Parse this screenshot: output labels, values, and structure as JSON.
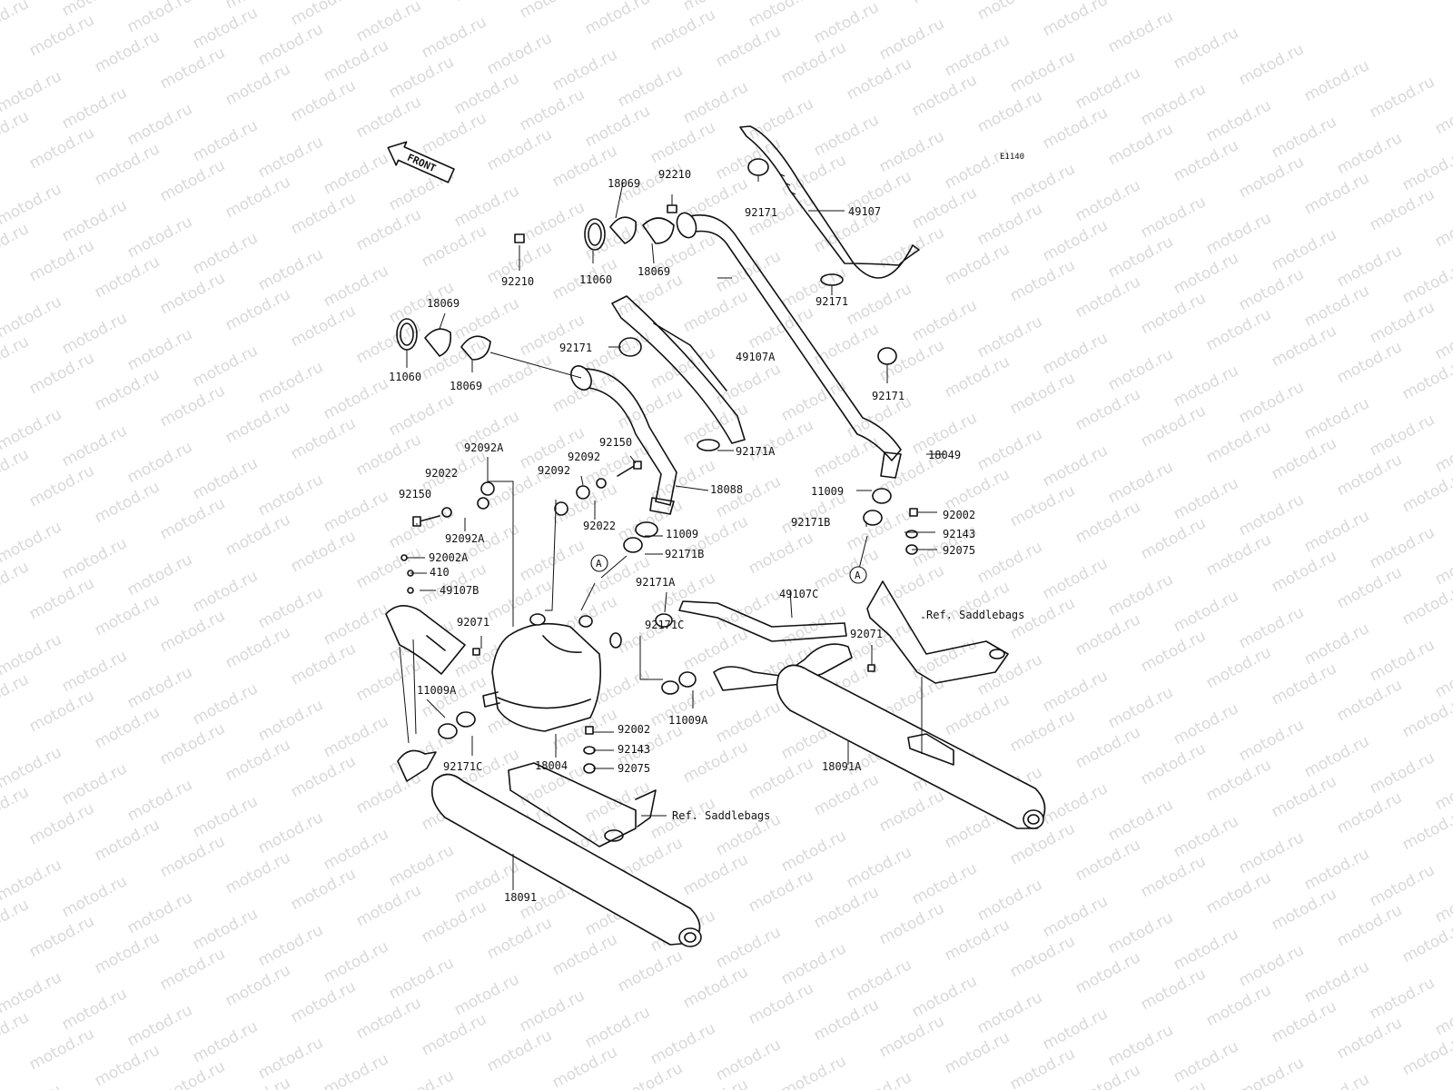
{
  "watermark_text": "motod.ru",
  "diagram_code": "E1140",
  "front_label": "FRONT",
  "reference_marker": "A",
  "labels": [
    {
      "id": "p18069-top-a",
      "text": "18069"
    },
    {
      "id": "p92210-top",
      "text": "92210"
    },
    {
      "id": "p11060-top",
      "text": "11060"
    },
    {
      "id": "p18069-top-b",
      "text": "18069"
    },
    {
      "id": "p92171-top",
      "text": "92171"
    },
    {
      "id": "p49107",
      "text": "49107"
    },
    {
      "id": "p92171-mid",
      "text": "92171"
    },
    {
      "id": "p92171-right",
      "text": "92171"
    },
    {
      "id": "p92210-left",
      "text": "92210"
    },
    {
      "id": "p18069-left-a",
      "text": "18069"
    },
    {
      "id": "p11060-left",
      "text": "11060"
    },
    {
      "id": "p18069-left-b",
      "text": "18069"
    },
    {
      "id": "p92171-left",
      "text": "92171"
    },
    {
      "id": "p49107A",
      "text": "49107A"
    },
    {
      "id": "p92171A-top",
      "text": "92171A"
    },
    {
      "id": "p18049",
      "text": "18049"
    },
    {
      "id": "p92092A-top",
      "text": "92092A"
    },
    {
      "id": "p92150-right",
      "text": "92150"
    },
    {
      "id": "p92092-a",
      "text": "92092"
    },
    {
      "id": "p92022-left",
      "text": "92022"
    },
    {
      "id": "p92092-b",
      "text": "92092"
    },
    {
      "id": "p18088",
      "text": "18088"
    },
    {
      "id": "p92150-left",
      "text": "92150"
    },
    {
      "id": "p92092A-bottom",
      "text": "92092A"
    },
    {
      "id": "p92022-right",
      "text": "92022"
    },
    {
      "id": "p11009-mid",
      "text": "11009"
    },
    {
      "id": "p11009-right",
      "text": "11009"
    },
    {
      "id": "p92002-right",
      "text": "92002"
    },
    {
      "id": "p92171B-right",
      "text": "92171B"
    },
    {
      "id": "p92143-right",
      "text": "92143"
    },
    {
      "id": "p92075-right",
      "text": "92075"
    },
    {
      "id": "p92171B-mid",
      "text": "92171B"
    },
    {
      "id": "p92002A",
      "text": "92002A"
    },
    {
      "id": "p410",
      "text": "410"
    },
    {
      "id": "p49107B",
      "text": "49107B"
    },
    {
      "id": "p92171A-mid",
      "text": "92171A"
    },
    {
      "id": "p49107C",
      "text": "49107C"
    },
    {
      "id": "p92071-left",
      "text": "92071"
    },
    {
      "id": "p92071-right",
      "text": "92071"
    },
    {
      "id": "p92171C-mid",
      "text": "92171C"
    },
    {
      "id": "p11009A-left",
      "text": "11009A"
    },
    {
      "id": "p11009A-mid",
      "text": "11009A"
    },
    {
      "id": "p92002-mid",
      "text": "92002"
    },
    {
      "id": "p92143-mid",
      "text": "92143"
    },
    {
      "id": "p92171C-left",
      "text": "92171C"
    },
    {
      "id": "p18004",
      "text": "18004"
    },
    {
      "id": "p92075-mid",
      "text": "92075"
    },
    {
      "id": "p18091A",
      "text": "18091A"
    },
    {
      "id": "p18091",
      "text": "18091"
    }
  ],
  "ref_labels": [
    {
      "id": "ref-saddlebags-right",
      "text": "Ref. Saddlebags"
    },
    {
      "id": "ref-saddlebags-left",
      "text": "Ref. Saddlebags"
    }
  ]
}
